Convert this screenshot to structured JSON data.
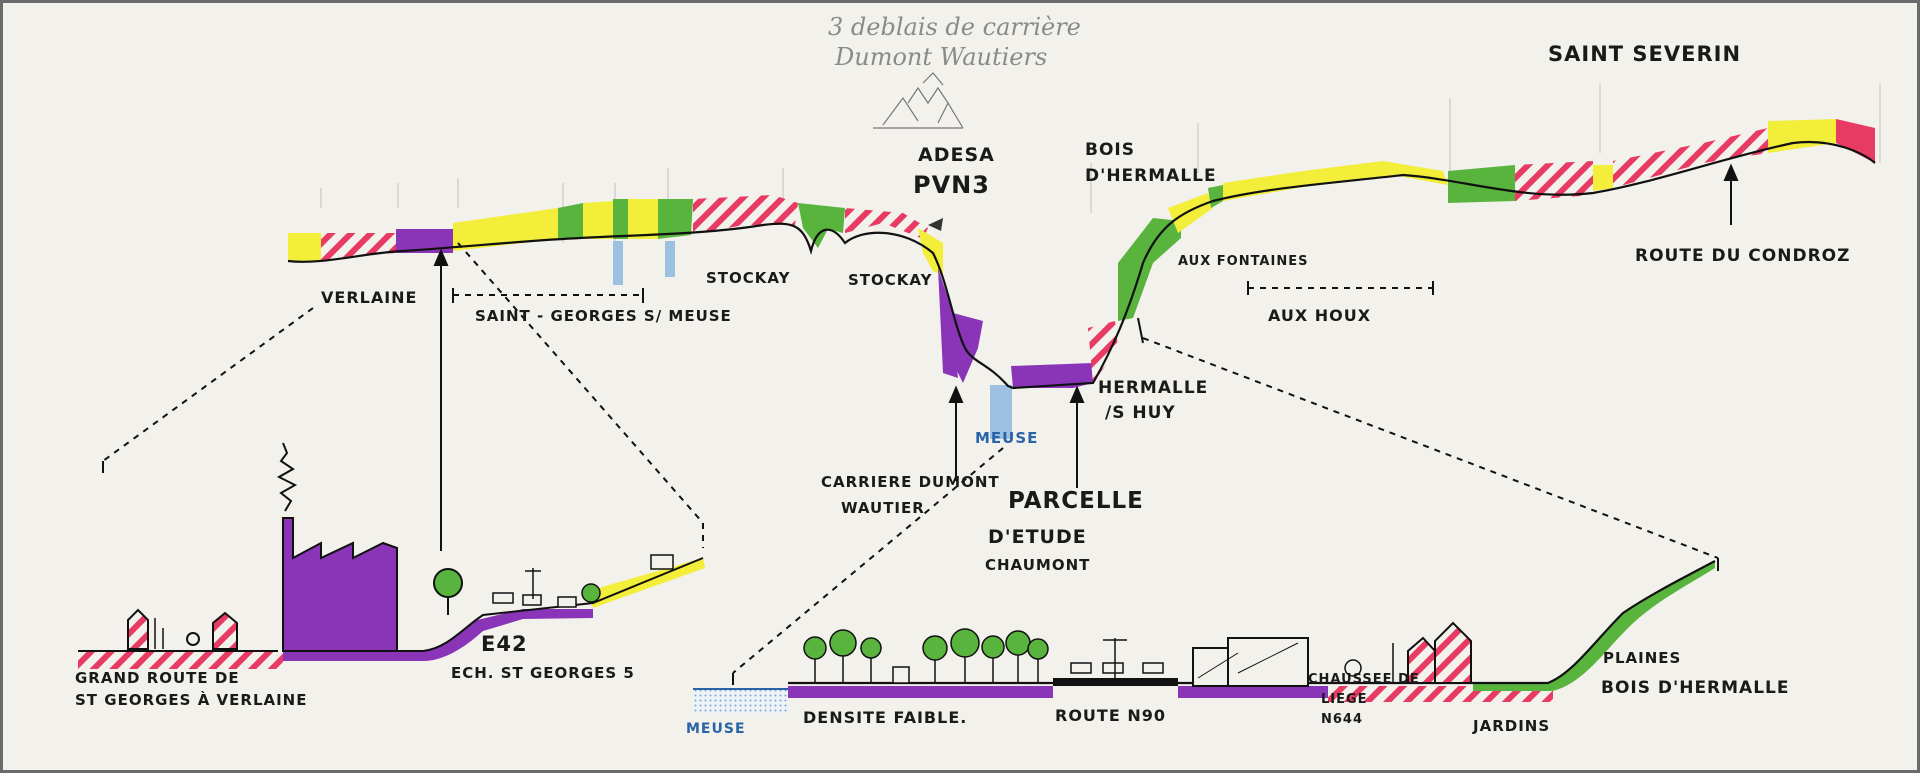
{
  "legend_colors": {
    "yellow": "#f2ee3a",
    "green": "#58b43c",
    "purple": "#8a35b8",
    "pink": "#e83b63",
    "water": "#9cc0e0"
  },
  "top_section": {
    "pencil_note_line1": "3 deblais de carrière",
    "pencil_note_line2": "Dumont Wautiers",
    "saint_severin": "SAINT SEVERIN",
    "adesa_line1": "ADESA",
    "adesa_line2": "PVN3",
    "bois_hermalle_line1": "BOIS",
    "bois_hermalle_line2": "D'HERMALLE",
    "verlaine": "VERLAINE",
    "saint_georges": "SAINT - GEORGES S/ MEUSE",
    "stockay_1": "STOCKAY",
    "stockay_2": "STOCKAY",
    "aux_fontaines": "AUX FONTAINES",
    "aux_houx": "AUX HOUX",
    "route_du_condroz": "ROUTE DU CONDROZ",
    "meuse_center": "MEUSE",
    "hermalle_line1": "HERMALLE",
    "hermalle_line2": "/S HUY",
    "carriere_line1": "CARRIERE DUMONT",
    "carriere_line2": "WAUTIER",
    "parcelle_line1": "PARCELLE",
    "parcelle_line2": "D'ETUDE",
    "parcelle_line3": "CHAUMONT"
  },
  "left_detail": {
    "grand_route_line1": "GRAND ROUTE DE",
    "grand_route_line2": "ST GEORGES À VERLAINE",
    "e42": "E42",
    "ech": "ECH. ST GEORGES 5"
  },
  "bottom_detail": {
    "meuse": "MEUSE",
    "densite": "DENSITE FAIBLE.",
    "route_n90": "ROUTE N90",
    "chaussee_line1": "CHAUSSEE DE",
    "chaussee_line2": "LIEGE",
    "chaussee_line3": "N644",
    "jardins": "JARDINS",
    "plaines": "PLAINES",
    "bois_hermalle": "BOIS D'HERMALLE"
  }
}
